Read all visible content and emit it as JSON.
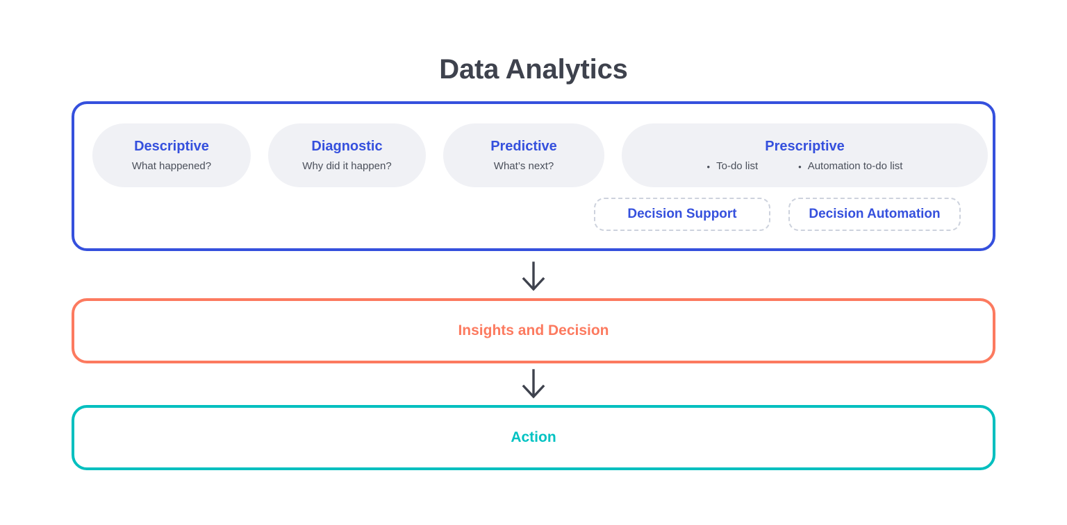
{
  "title": "Data Analytics",
  "colors": {
    "analytics_border": "#3550dd",
    "insights_border": "#fc7a5f",
    "action_border": "#00bfbf",
    "pill_bg": "#f0f1f5",
    "heading_blue": "#3550dd",
    "title_gray": "#3e424d",
    "dashed_gray": "#cdd2dd",
    "arrow_gray": "#3e424d"
  },
  "analytics": {
    "pills": [
      {
        "title": "Descriptive",
        "subtitle": "What happened?"
      },
      {
        "title": "Diagnostic",
        "subtitle": "Why did it happen?"
      },
      {
        "title": "Predictive",
        "subtitle": "What’s next?"
      },
      {
        "title": "Prescriptive",
        "bullets": [
          "To-do list",
          "Automation to-do list"
        ]
      }
    ],
    "bullet_marker": "•",
    "sub_boxes": [
      {
        "label": "Decision Support"
      },
      {
        "label": "Decision Automation"
      }
    ]
  },
  "flow": {
    "arrow_icon": "arrow-down",
    "insights": {
      "label": "Insights and Decision"
    },
    "action": {
      "label": "Action"
    }
  }
}
